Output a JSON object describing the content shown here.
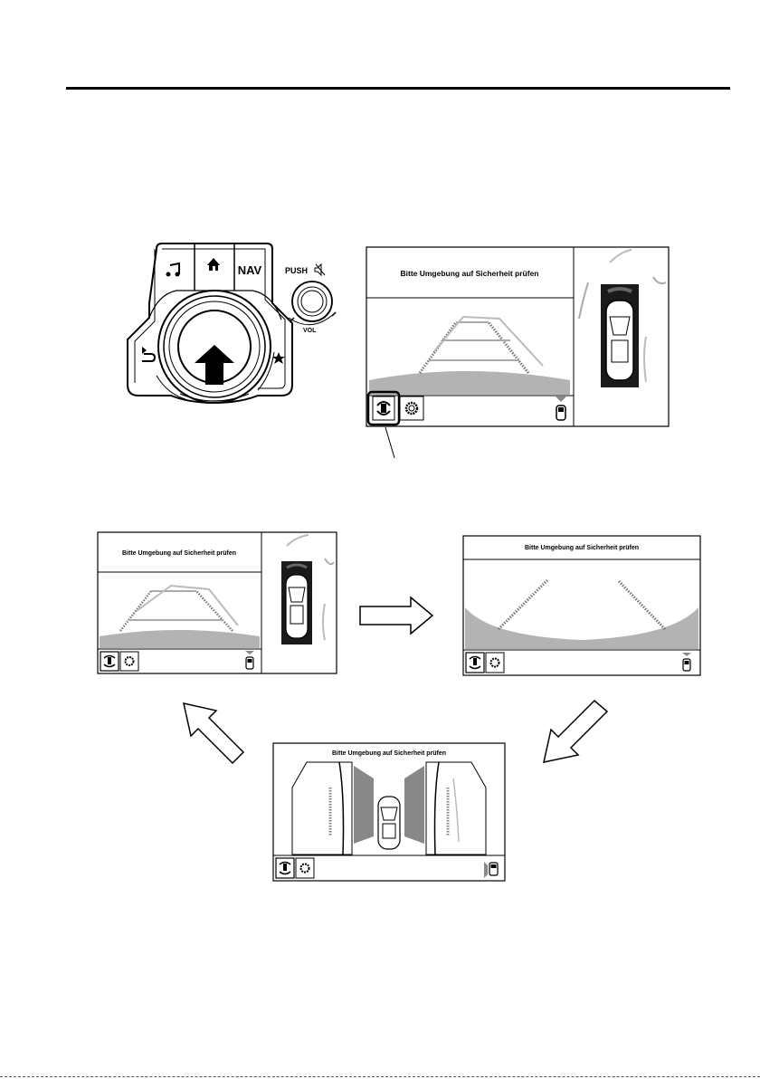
{
  "controller": {
    "home_label": "",
    "nav_label": "NAV",
    "push_label": "PUSH",
    "vol_label": "VOL",
    "icons": {
      "music": "music-note-icon",
      "home": "home-icon",
      "back": "back-arrow-icon",
      "favorite": "star-icon",
      "mute": "speaker-mute-icon",
      "press": "arrow-up-icon"
    }
  },
  "screens": {
    "main": {
      "title": "Bitte Umgebung auf Sicherheit prüfen"
    },
    "top_left": {
      "title": "Bitte Umgebung auf Sicherheit prüfen"
    },
    "top_right": {
      "title": "Bitte Umgebung auf Sicherheit prüfen"
    },
    "bottom": {
      "title": "Bitte Umgebung auf Sicherheit prüfen"
    }
  },
  "screen_icons": {
    "view_switch": "camera-view-switch-icon",
    "settings": "gear-icon",
    "car_indicator": "car-rear-indicator-icon"
  },
  "colors": {
    "line": "#000000",
    "guide_gray": "#8c8c8c",
    "ground_gray": "#b3b3b3",
    "dark_fill": "#1a1a1a"
  }
}
